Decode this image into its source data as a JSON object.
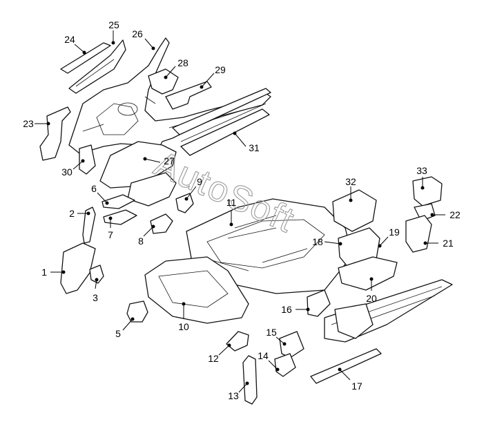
{
  "watermark": {
    "text": "AutoSoft"
  },
  "callouts": [
    {
      "id": "c1",
      "text": "1"
    },
    {
      "id": "c2",
      "text": "2"
    },
    {
      "id": "c3",
      "text": "3"
    },
    {
      "id": "c5",
      "text": "5"
    },
    {
      "id": "c6",
      "text": "6"
    },
    {
      "id": "c7",
      "text": "7"
    },
    {
      "id": "c8",
      "text": "8"
    },
    {
      "id": "c9",
      "text": "9"
    },
    {
      "id": "c10",
      "text": "10"
    },
    {
      "id": "c11",
      "text": "11"
    },
    {
      "id": "c12",
      "text": "12"
    },
    {
      "id": "c13",
      "text": "13"
    },
    {
      "id": "c14",
      "text": "14"
    },
    {
      "id": "c15",
      "text": "15"
    },
    {
      "id": "c16",
      "text": "16"
    },
    {
      "id": "c17",
      "text": "17"
    },
    {
      "id": "c18",
      "text": "18"
    },
    {
      "id": "c19",
      "text": "19"
    },
    {
      "id": "c20",
      "text": "20"
    },
    {
      "id": "c21",
      "text": "21"
    },
    {
      "id": "c22",
      "text": "22"
    },
    {
      "id": "c23",
      "text": "23"
    },
    {
      "id": "c24",
      "text": "24"
    },
    {
      "id": "c25",
      "text": "25"
    },
    {
      "id": "c26",
      "text": "26"
    },
    {
      "id": "c27",
      "text": "27"
    },
    {
      "id": "c28",
      "text": "28"
    },
    {
      "id": "c29",
      "text": "29"
    },
    {
      "id": "c30",
      "text": "30"
    },
    {
      "id": "c31",
      "text": "31"
    },
    {
      "id": "c32",
      "text": "32"
    },
    {
      "id": "c33",
      "text": "33"
    }
  ]
}
